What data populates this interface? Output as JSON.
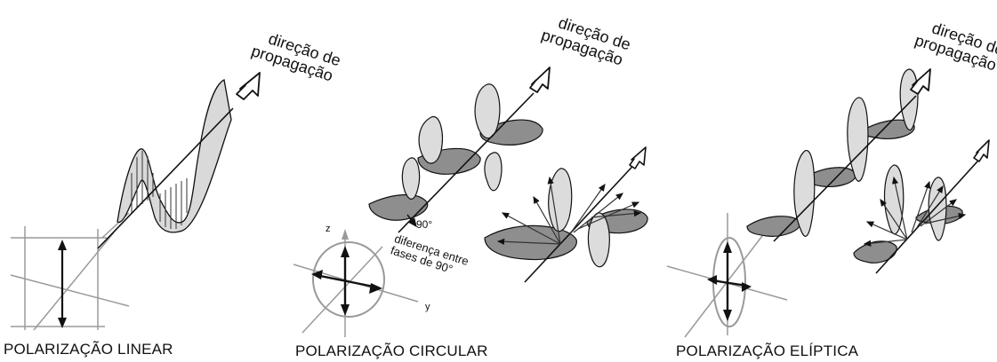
{
  "panels": [
    {
      "title": "POLARIZAÇÃO LINEAR",
      "direction_line1": "direção de",
      "direction_line2": "propagação"
    },
    {
      "title": "POLARIZAÇÃO CIRCULAR",
      "direction_line1": "direção de",
      "direction_line2": "propagação",
      "phase_angle": "90°",
      "phase_line1": "diferença entre",
      "phase_line2": "fases de 90°",
      "axis_z": "z",
      "axis_y": "y"
    },
    {
      "title": "POLARIZAÇÃO ELÍPTICA",
      "direction_line1": "direção de",
      "direction_line2": "propagação"
    }
  ],
  "colors": {
    "light_fill": "#dcdcdc",
    "dark_fill": "#8e8e8e",
    "line": "#111111",
    "axis": "#9a9a9a"
  }
}
